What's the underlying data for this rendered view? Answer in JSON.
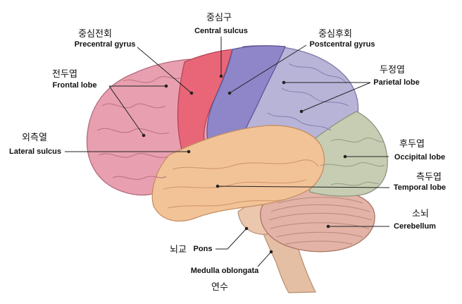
{
  "labels": {
    "central_sulcus": {
      "ko": "중심구",
      "en": "Central sulcus"
    },
    "precentral_gyrus": {
      "ko": "중심전회",
      "en": "Precentral gyrus"
    },
    "postcentral_gyrus": {
      "ko": "중심후회",
      "en": "Postcentral gyrus"
    },
    "frontal_lobe": {
      "ko": "전두엽",
      "en": "Frontal lobe"
    },
    "parietal_lobe": {
      "ko": "두정엽",
      "en": "Parietal lobe"
    },
    "lateral_sulcus": {
      "ko": "외측열",
      "en": "Lateral sulcus"
    },
    "occipital_lobe": {
      "ko": "후두엽",
      "en": "Occipital lobe"
    },
    "temporal_lobe": {
      "ko": "측두엽",
      "en": "Temporal lobe"
    },
    "cerebellum": {
      "ko": "소뇌",
      "en": "Cerebellum"
    },
    "pons": {
      "ko": "뇌교",
      "en": "Pons"
    },
    "medulla": {
      "ko": "연수",
      "en": "Medulla oblongata"
    }
  },
  "colors": {
    "frontal": "#e8a0b0",
    "precentral": "#e86678",
    "parietal": "#b8b4d8",
    "postcentral": "#8e86c8",
    "occipital": "#c6cdb3",
    "temporal": "#f3c398",
    "cerebellum": "#e2b3a6",
    "brainstem": "#e5bfa4",
    "leader": "#222222"
  }
}
